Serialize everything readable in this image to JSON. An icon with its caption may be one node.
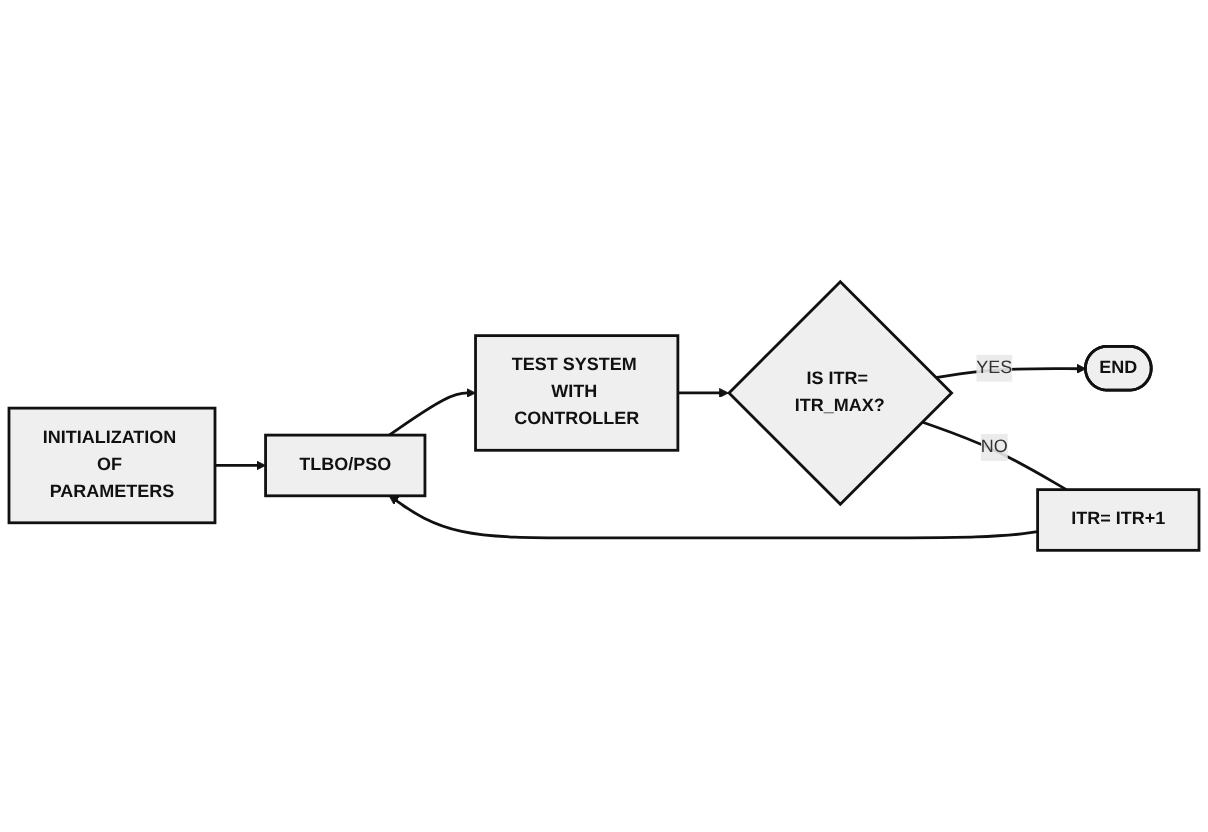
{
  "diagram": {
    "nodes": [
      {
        "text": [
          "INITIALIZATION OF PARAMETERS"
        ]
      },
      {
        "text": [
          "TLBO/PSO"
        ]
      },
      {
        "text": [
          "TEST SYSTEM WITH CONTROLLER"
        ]
      },
      {
        "text": [
          "IS ITR= ITR_MAX?"
        ]
      },
      {
        "text": [
          "END"
        ]
      },
      {
        "text": [
          "ITR= ITR+1"
        ]
      }
    ],
    "edges": [
      {
        "from": 0,
        "to": 1,
        "arrow": "to"
      },
      {
        "from": 1,
        "to": 2,
        "arrow": "to"
      },
      {
        "from": 2,
        "to": 3,
        "arrow": "to"
      },
      {
        "from": 3,
        "to": 4,
        "arrow": "to",
        "label": "YES"
      },
      {
        "from": 3,
        "to": 5,
        "arrow": "none",
        "label": "NO"
      },
      {
        "from": 5,
        "to": 1,
        "arrow": "to"
      }
    ]
  }
}
